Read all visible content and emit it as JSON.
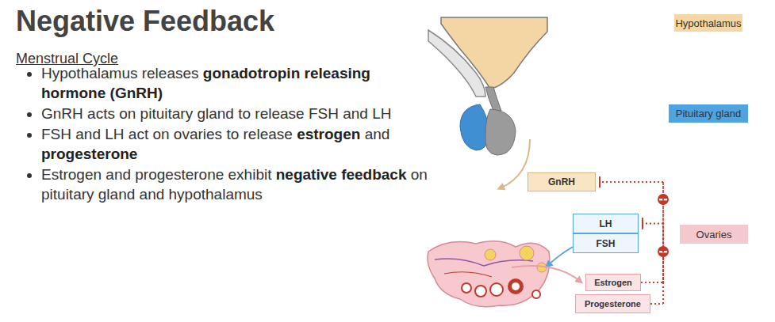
{
  "diagram": {
    "title": "Negative Feedback",
    "nodes": [
      {
        "text": [
          "Hypothalamus"
        ]
      },
      {
        "text": [
          "GnRH"
        ]
      },
      {
        "text": [
          "Pituitary gland"
        ]
      },
      {
        "text": [
          "LH"
        ]
      },
      {
        "text": [
          "FSH"
        ]
      },
      {
        "text": [
          "Ovaries"
        ]
      },
      {
        "text": [
          "Estrogen"
        ]
      },
      {
        "text": [
          "Progesterone"
        ]
      }
    ],
    "edges": [
      {
        "from": 6,
        "to": 1,
        "arrow": "to"
      },
      {
        "from": 6,
        "to": 3,
        "arrow": "to"
      },
      {
        "from": 7,
        "to": 1,
        "arrow": "to"
      },
      {
        "from": 7,
        "to": 3,
        "arrow": "to"
      }
    ],
    "labels": [
      "Menstrual Cycle",
      "Hypothalamus releases",
      "gonadotropin releasing hormone",
      "(GnRH)",
      "GnRH acts on pituitary gland to release FSH and LH",
      "FSH and LH act on ovaries to release",
      "estrogen",
      "and",
      "progesterone",
      "Estrogen and progesterone exhibit",
      "negative feedback",
      "on pituitary gland and hypothalamus"
    ]
  }
}
